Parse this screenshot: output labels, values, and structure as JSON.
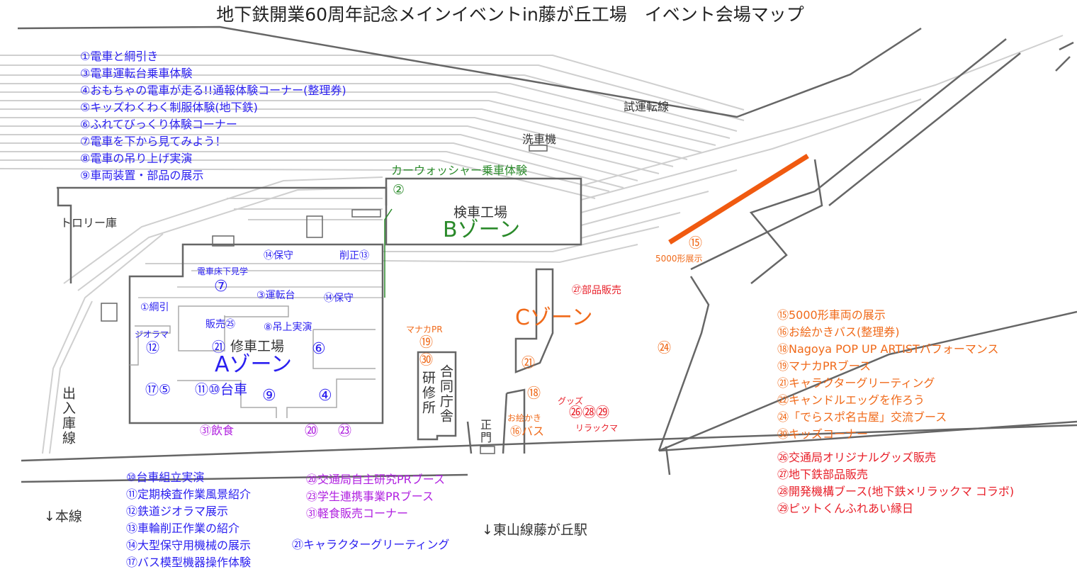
{
  "title": "地下鉄開業60周年記念メインイベントin藤が丘工場　イベント会場マップ",
  "legend_top_left": [
    "①電車と綱引き",
    "③電車運転台乗車体験",
    "④おもちゃの電車が走る!!通報体験コーナー(整理券)",
    "⑤キッズわくわく制服体験(地下鉄)",
    "⑥ふれてびっくり体験コーナー",
    "⑦電車を下から見てみよう！",
    "⑧電車の吊り上げ実演",
    "⑨車両装置・部品の展示"
  ],
  "legend_bottom_left": [
    "⑩台車組立実演",
    "⑪定期検査作業風景紹介",
    "⑫鉄道ジオラマ展示",
    "⑬車輪削正作業の紹介",
    "⑭大型保守用機械の展示",
    "⑰バス模型機器操作体験"
  ],
  "legend_bottom_mid": [
    "⑳交通局自主研究PRブース",
    "㉓学生連携事業PRブース",
    "㉛軽食販売コーナー"
  ],
  "legend_bottom_mid_blue": "㉑キャラクターグリーティング",
  "legend_right_orange": [
    "⑮5000形車両の展示",
    "⑯お絵かきバス(整理券)",
    "⑱Nagoya POP UP ARTISTパフォーマンス",
    "⑲マナカPRブース",
    "㉑キャラクターグリーティング",
    "㉒キャンドルエッグを作ろう",
    "㉔「でらスポ名古屋」交流ブース",
    "㉚キッズコーナー"
  ],
  "legend_right_red": [
    "㉖交通局オリジナルグッズ販売",
    "㉗地下鉄部品販売",
    "㉘開発機構ブース(地下鉄×リラックマ コラボ)",
    "㉙ピットくんふれあい縁日"
  ],
  "places": {
    "trolley": "トロリー庫",
    "washer": "洗車機",
    "test_line": "試運転線",
    "depot_line": "出入庫線",
    "main_line": "↓本線",
    "station": "↓東山線藤が丘駅",
    "training": "研修所",
    "joint_office": "合同庁舎",
    "main_gate": "正門",
    "inspection_shop": "検車工場",
    "repair_shop": "修車工場"
  },
  "zone_a": {
    "name": "Aゾーン",
    "labels": [
      "⑭保守",
      "削正⑬",
      "電車床下見学",
      "⑦",
      "③運転台",
      "⑭保守",
      "①綱引",
      "販売㉕",
      "⑧吊上実演",
      "ジオラマ",
      "⑫",
      "㉑",
      "⑥",
      "⑰⑤",
      "⑪⑩台車",
      "⑨",
      "④"
    ]
  },
  "zone_a_outside": [
    "㉛飲食",
    "⑳",
    "㉓"
  ],
  "zone_b": {
    "name": "Bゾーン",
    "labels": [
      "カーウォッシャー乗車体験",
      "②"
    ]
  },
  "zone_c": {
    "name": "Cゾーン",
    "orange": [
      "⑮",
      "5000形展示",
      "マナカPR",
      "⑲",
      "㉚",
      "㉑",
      "⑱",
      "お絵かき",
      "⑯バス",
      "㉔"
    ],
    "red": [
      "㉗部品販売",
      "グッズ",
      "㉖㉘㉙",
      "リラックマ"
    ]
  },
  "colors": {
    "zone_a": "#2a1ff0",
    "zone_b": "#2a8a2a",
    "zone_c": "#f06a1a",
    "red": "#e8202a",
    "purple": "#b020e0",
    "display_car": "#f05a10"
  }
}
